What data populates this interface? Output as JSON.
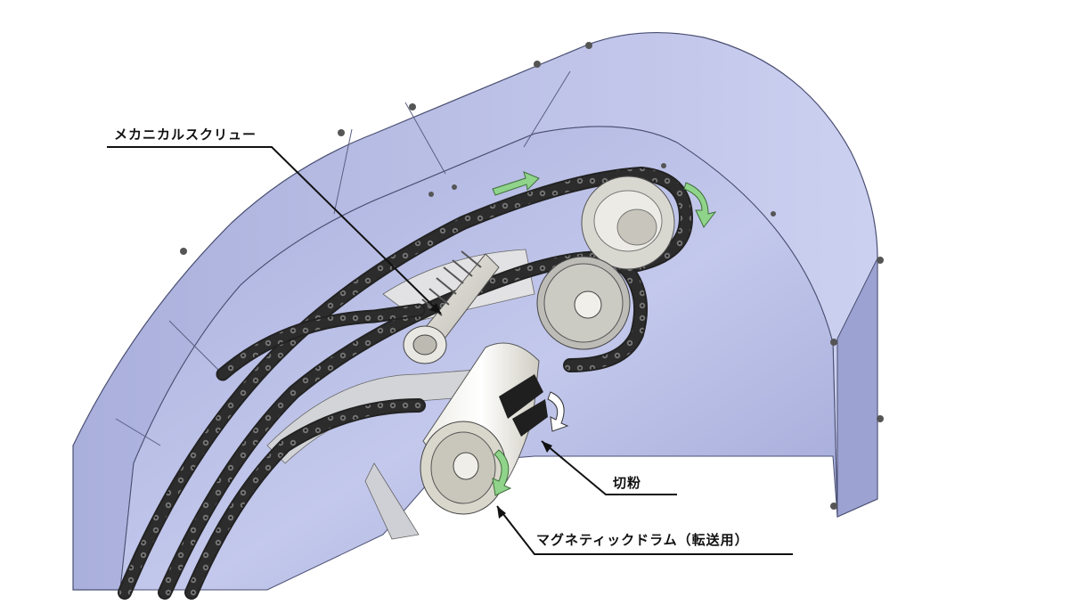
{
  "labels": {
    "mechanical_screw": "メカニカルスクリュー",
    "chips": "切粉",
    "magnetic_drum": "マグネティックドラム（転送用）"
  },
  "colors": {
    "housing": "#b9bfe6",
    "housing_dark": "#8f96c8",
    "chain": "#2a2a2a",
    "arrow": "#8fd48a",
    "metal": "#d8d6cc"
  }
}
